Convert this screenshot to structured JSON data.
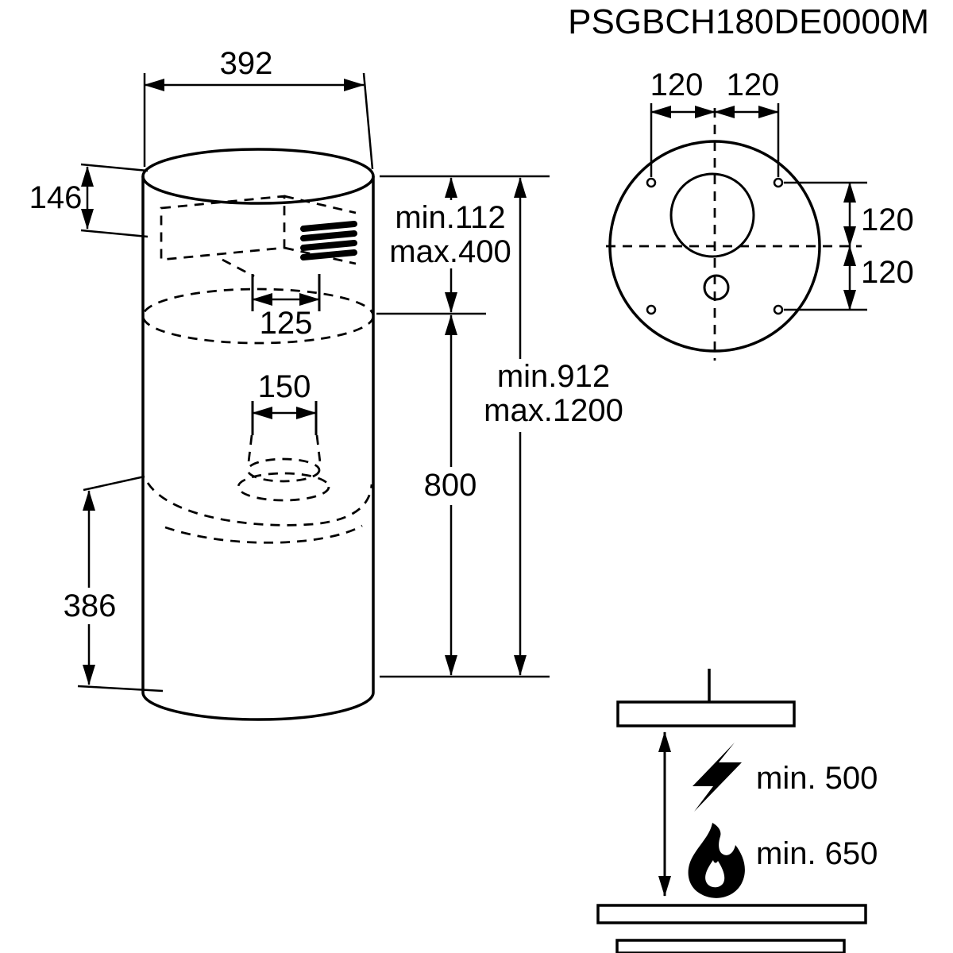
{
  "title": "PSGBCH180DE0000M",
  "colors": {
    "ink": "#000000",
    "background": "#ffffff"
  },
  "side_view": {
    "top_width": "392",
    "top_height": "146",
    "duct_min": "min.112",
    "duct_max": "max.400",
    "outlet_width": "125",
    "inner_duct_width": "150",
    "total_min": "min.912",
    "total_max": "max.1200",
    "body_height": "800",
    "bottom_height": "386"
  },
  "top_view": {
    "left_offset": "120",
    "right_offset": "120",
    "top_offset": "120",
    "bottom_offset": "120"
  },
  "clearance": {
    "electric_min": "min. 500",
    "gas_min": "min. 650"
  },
  "icons": {
    "electric": "lightning-bolt",
    "gas": "flame"
  }
}
